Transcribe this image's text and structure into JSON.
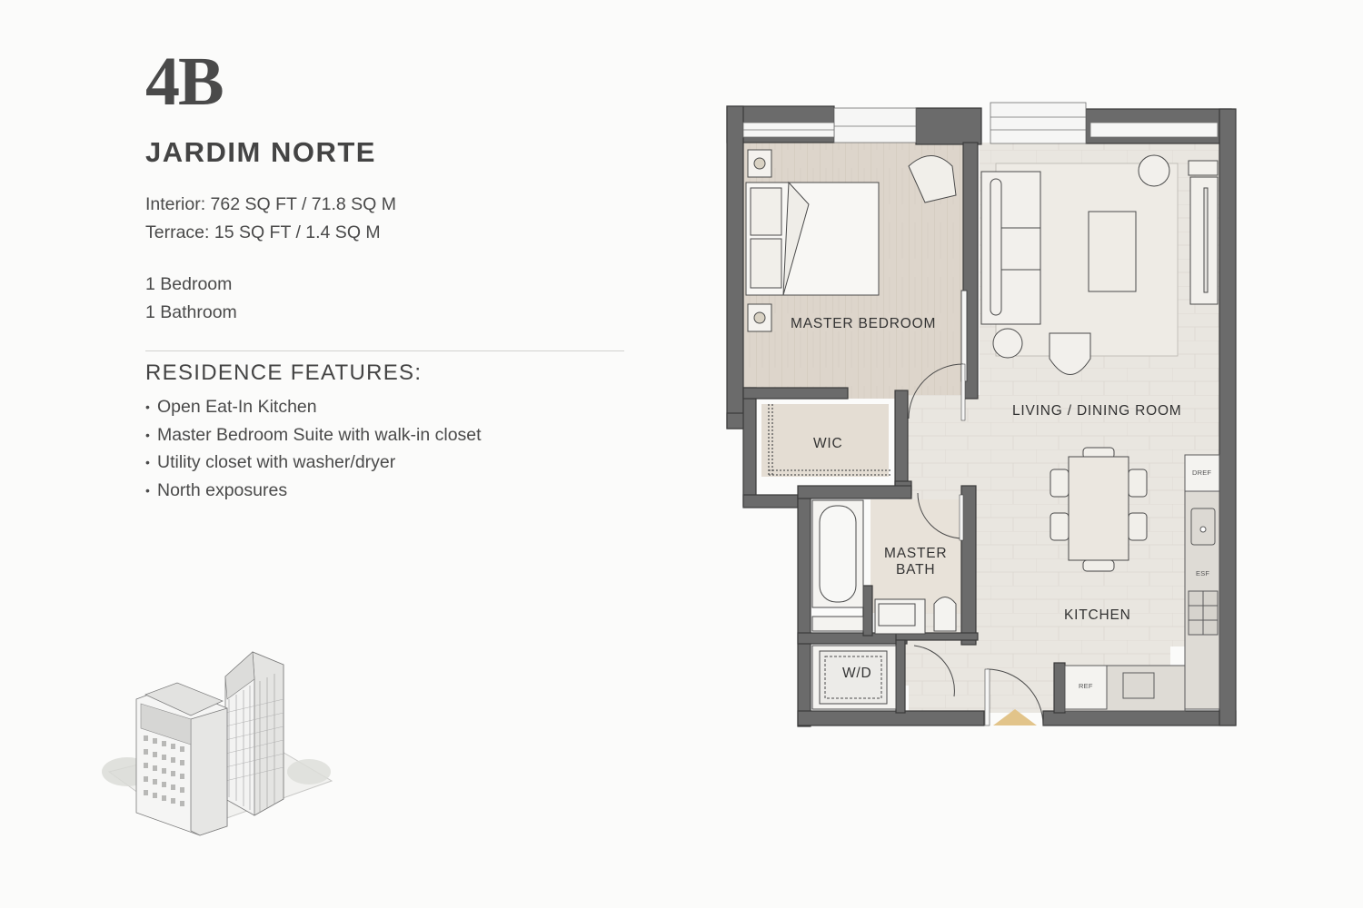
{
  "unit": {
    "number": "4B",
    "project_name": "JARDIM NORTE",
    "interior_area": "Interior: 762 SQ FT / 71.8 SQ M",
    "terrace_area": "Terrace: 15 SQ FT / 1.4 SQ M",
    "bedrooms": "1 Bedroom",
    "bathrooms": "1 Bathroom"
  },
  "features": {
    "title": "RESIDENCE FEATURES:",
    "bullet": "•",
    "items": [
      "Open Eat-In Kitchen",
      "Master Bedroom Suite with walk-in closet",
      "Utility closet with washer/dryer",
      "North exposures"
    ]
  },
  "floor_plan": {
    "rooms": {
      "master_bedroom": "MASTER BEDROOM",
      "living_dining": "LIVING / DINING ROOM",
      "wic": "WIC",
      "master_bath_line1": "MASTER",
      "master_bath_line2": "BATH",
      "kitchen": "KITCHEN",
      "washer_dryer": "W/D"
    },
    "appliances": {
      "dishwasher_fridge": "DREF",
      "range": "ESF",
      "refrigerator": "REF"
    },
    "colors": {
      "wall": "#6b6b6b",
      "wall_edge": "#3a3a3a",
      "wood_floor": "#ddd5cb",
      "tile_floor": "#e9e6e0",
      "entry_marker": "#e2c48a"
    }
  }
}
